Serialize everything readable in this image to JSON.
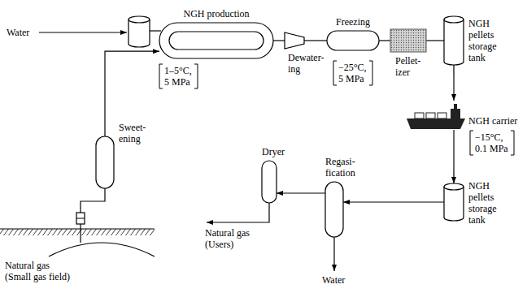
{
  "diagram": {
    "nodes": [
      {
        "text": [
          "NGH production"
        ]
      },
      {
        "text": [
          "Dewater- ing"
        ]
      },
      {
        "text": [
          "Freezing"
        ]
      },
      {
        "text": [
          "Pellet- izer"
        ]
      },
      {
        "text": [
          "NGH pellets storage tank"
        ]
      },
      {
        "text": [
          "NGH carrier"
        ]
      },
      {
        "text": [
          "NGH pellets storage tank"
        ]
      },
      {
        "text": [
          "Regasi- fication"
        ]
      },
      {
        "text": [
          "Dryer"
        ]
      },
      {
        "text": [
          "Sweet- ening"
        ]
      }
    ],
    "edges": [
      {
        "from": 9,
        "to": 0,
        "arrow": "to"
      },
      {
        "from": 0,
        "to": 1,
        "arrow": "none"
      },
      {
        "from": 1,
        "to": 2,
        "arrow": "none"
      },
      {
        "from": 2,
        "to": 3,
        "arrow": "none"
      },
      {
        "from": 3,
        "to": 4,
        "arrow": "none"
      },
      {
        "from": 4,
        "to": 5,
        "arrow": "to"
      },
      {
        "from": 5,
        "to": 6,
        "arrow": "to"
      },
      {
        "from": 6,
        "to": 7,
        "arrow": "to"
      },
      {
        "from": 7,
        "to": 8,
        "arrow": "to"
      }
    ],
    "labels": [
      "Water",
      "1–5°C, 5 MPa",
      "−25°C, 5 MPa",
      "−15°C, 0.1 MPa",
      "Natural gas (Users)",
      "Water",
      "Natural gas (Small gas field)"
    ]
  }
}
